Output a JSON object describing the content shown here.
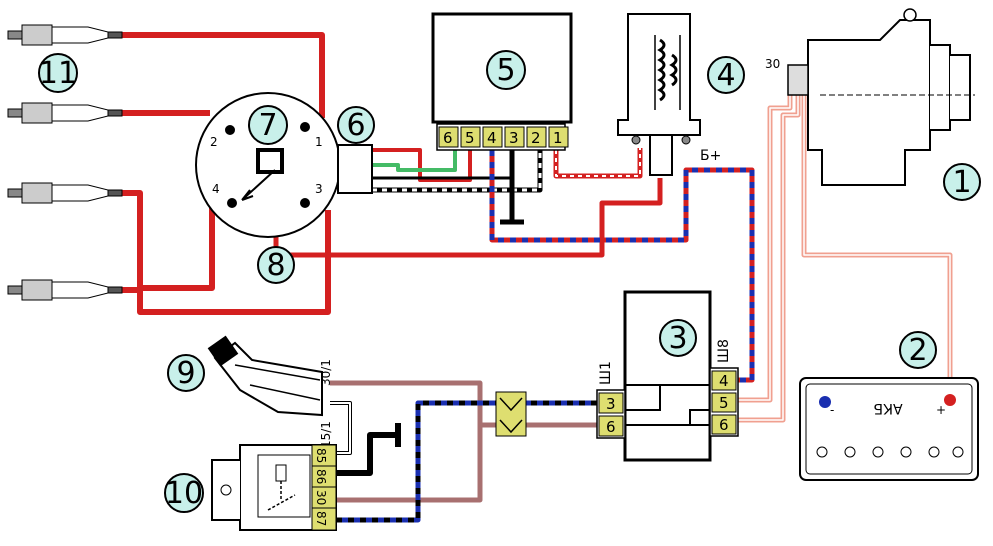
{
  "colors": {
    "red_wire": "#d42020",
    "blue_wire": "#1a2fb0",
    "pink_wire": "#f0a090",
    "brown_wire": "#a87070",
    "green_wire": "#44bb66",
    "badge": "#c8f0ea",
    "connector": "#dede70"
  },
  "badges": [
    "1",
    "2",
    "3",
    "4",
    "5",
    "6",
    "7",
    "8",
    "9",
    "10",
    "11"
  ],
  "module5": {
    "pins": [
      "6",
      "5",
      "4",
      "3",
      "2",
      "1"
    ]
  },
  "module3": {
    "sh1_label": "Ш1",
    "sh1_pins": [
      "3",
      "6"
    ],
    "sh8_label": "Ш8",
    "sh8_pins": [
      "4",
      "5",
      "6"
    ]
  },
  "distributor": {
    "terminals": [
      "1",
      "2",
      "3",
      "4"
    ]
  },
  "coil": {
    "b_plus": "Б+"
  },
  "alternator": {
    "terminal_30": "30"
  },
  "battery": {
    "label": "АКБ",
    "minus": "-",
    "plus": "+"
  },
  "switch9": {
    "label_30_1": "30/1",
    "label_15_1": "15/1"
  },
  "relay10": {
    "pins": [
      "85",
      "86",
      "30",
      "87"
    ]
  }
}
